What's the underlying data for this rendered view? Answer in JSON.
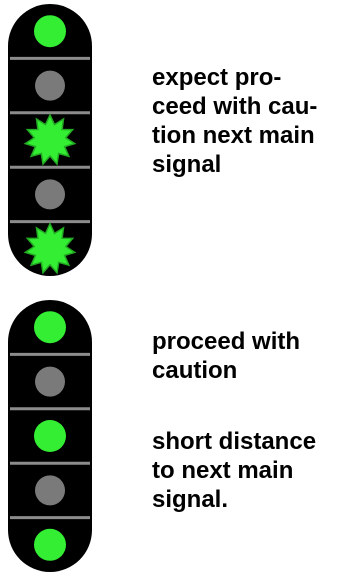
{
  "colors": {
    "housing": "#000000",
    "divider": "#8c8c8c",
    "lamp_on": "#33ee33",
    "lamp_off": "#7a7a7a",
    "flash_rays": "#22aa22"
  },
  "signals": [
    {
      "lamps": [
        "steady",
        "off",
        "flashing",
        "off",
        "flashing"
      ],
      "captions": [
        {
          "lines": [
            "expect pro-",
            "ceed with cau-",
            "tion next main",
            "signal"
          ]
        }
      ]
    },
    {
      "lamps": [
        "steady",
        "off",
        "steady",
        "off",
        "steady"
      ],
      "captions": [
        {
          "lines": [
            "proceed with",
            "caution"
          ]
        },
        {
          "lines": [
            "short distance",
            "to next main",
            "signal."
          ]
        }
      ]
    }
  ]
}
